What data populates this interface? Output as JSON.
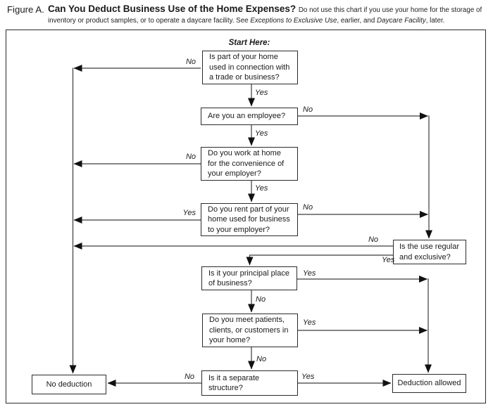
{
  "figure": {
    "label": "Figure A.",
    "title": "Can You Deduct Business Use of the Home Expenses?",
    "note": {
      "line1": "Do not use this chart if you use your home for the storage of",
      "line2_seg1": "inventory or product samples, or to operate a daycare facility. See ",
      "line2_italic1": "Exceptions to Exclusive Use",
      "line2_seg2": ", earlier, and ",
      "line2_italic2": "Daycare Facility",
      "line2_seg3": ", later."
    }
  },
  "flowchart": {
    "start_label": "Start Here:",
    "labels": {
      "yes": "Yes",
      "no": "No"
    },
    "nodes": {
      "q1": "Is part of your home\nused in connection with\na trade or business?",
      "q2": "Are you an employee?",
      "q3": "Do you work at home\nfor the convenience of\nyour employer?",
      "q4": "Do you rent part of your\nhome used for business\nto your employer?",
      "q5": "Is the use regular\nand exclusive?",
      "q6": "Is it your principal place\nof business?",
      "q7": "Do you meet patients,\nclients, or customers in\nyour home?",
      "q8": "Is it a separate\nstructure?",
      "no_deduction": "No deduction",
      "deduction_allowed": "Deduction allowed"
    },
    "colors": {
      "line": "#3c3c3c",
      "arrowhead": "#111111",
      "text": "#1a1a1a",
      "background": "#ffffff"
    }
  }
}
